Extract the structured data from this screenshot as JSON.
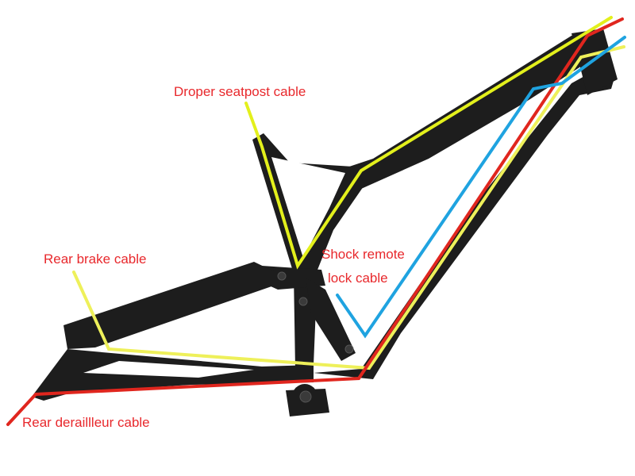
{
  "labels": {
    "dropper": "Droper seatpost cable",
    "rear_brake": "Rear brake cable",
    "shock_line1": "Shock remote",
    "shock_line2": "lock cable",
    "rear_derailleur": "Rear deraillleur cable"
  },
  "colors": {
    "label_text": "#e8282c",
    "frame": "#1d1d1d",
    "frame_highlight": "#3a3a3a",
    "dropper_line": "#e3f01c",
    "brake_line": "#eef05a",
    "shock_line": "#1fa3e0",
    "derailleur_line": "#e0261e"
  }
}
